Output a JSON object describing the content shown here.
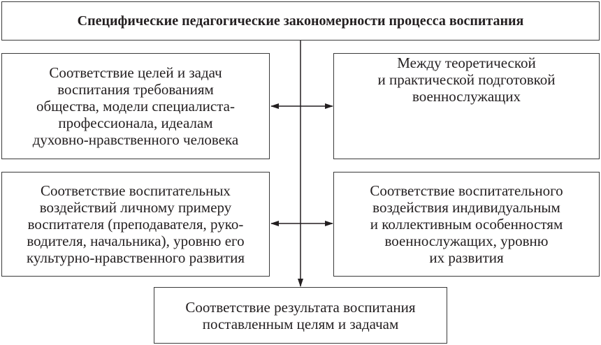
{
  "diagram": {
    "title": "Специфические педагогические закономерности процесса воспитания",
    "left_top": "Соответствие целей и задач\nвоспитания требованиям\nобщества, модели специалиста-\nпрофессионала, идеалам\nдуховно-нравственного человека",
    "right_top": "Между теоретической\nи практической подготовкой\nвоеннослужащих",
    "left_bottom": "Соответствие воспитательных\nвоздействий личному примеру\nвоспитателя (преподавателя, руко-\nводителя, начальника), уровню его\nкультурно-нравственного развития",
    "right_bottom": "Соответствие воспитательного\nвоздействия индивидуальным\nи коллективным особенностям\nвоеннослужащих, уровню\nих развития",
    "result": "Соответствие результата воспитания\nпоставленным целям и задачам"
  }
}
